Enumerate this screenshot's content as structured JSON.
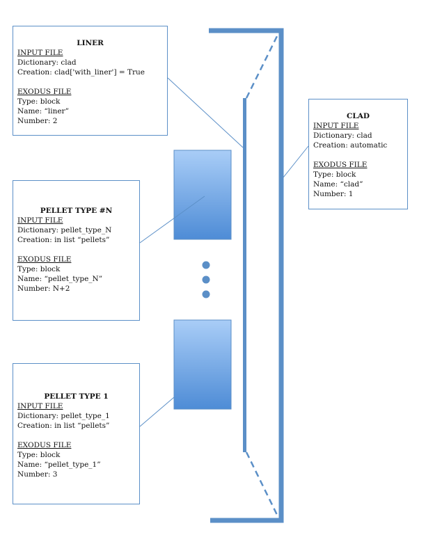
{
  "colors": {
    "accent": "#5b8fc7",
    "pellet_light": "#a9cdf7",
    "pellet_dark": "#4e8cd6"
  },
  "boxes": {
    "liner": {
      "title": "LINER",
      "input_header": "INPUT FILE",
      "input_lines": [
        "Dictionary: clad",
        "Creation: clad['with_liner'] = True"
      ],
      "exodus_header": "EXODUS FILE",
      "exodus_lines": [
        "Type: block",
        "Name: “liner”",
        "Number: 2"
      ]
    },
    "clad": {
      "title": "CLAD",
      "input_header": "INPUT FILE",
      "input_lines": [
        "Dictionary: clad",
        "Creation: automatic"
      ],
      "exodus_header": "EXODUS FILE",
      "exodus_lines": [
        "Type: block",
        "Name: “clad”",
        "Number: 1"
      ]
    },
    "pellet_n": {
      "title": "PELLET TYPE #N",
      "input_header": "INPUT FILE",
      "input_lines": [
        "Dictionary: pellet_type_N",
        "Creation: in list “pellets”"
      ],
      "exodus_header": "EXODUS FILE",
      "exodus_lines": [
        "Type: block",
        "Name: “pellet_type_N”",
        "Number: N+2"
      ]
    },
    "pellet_1": {
      "title": "PELLET TYPE 1",
      "input_header": "INPUT FILE",
      "input_lines": [
        "Dictionary: pellet_type_1",
        "Creation: in list “pellets”"
      ],
      "exodus_header": "EXODUS FILE",
      "exodus_lines": [
        "Type: block",
        "Name: “pellet_type_1”",
        "Number: 3"
      ]
    }
  }
}
